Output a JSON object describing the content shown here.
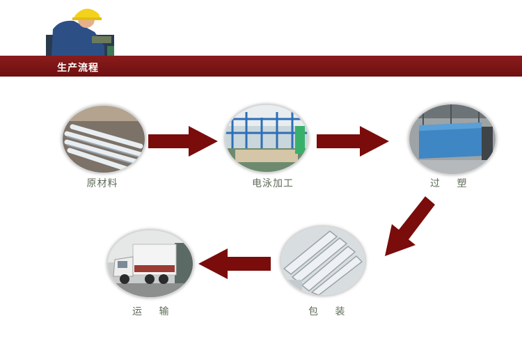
{
  "header": {
    "title": "生产流程"
  },
  "colors": {
    "banner": "#7a1414",
    "arrow": "#7a0c0c",
    "label": "#5e6b58"
  },
  "steps": [
    {
      "label": "原材料",
      "icon": "aluminum-profiles-photo"
    },
    {
      "label": "电泳加工",
      "icon": "electrophoresis-line-photo"
    },
    {
      "label": "过 塑",
      "icon": "plastic-coating-machine-photo"
    },
    {
      "label": "包 装",
      "icon": "packaging-profiles-photo"
    },
    {
      "label": "运 输",
      "icon": "delivery-truck-photo"
    }
  ]
}
